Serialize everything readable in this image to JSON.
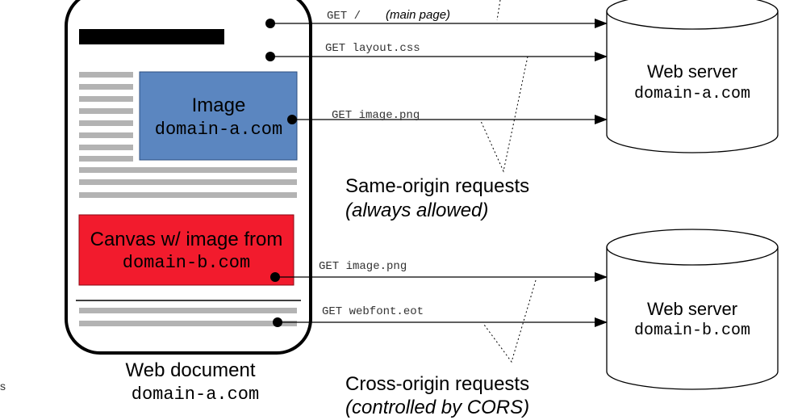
{
  "document": {
    "title": "Web document",
    "domain": "domain-a.com"
  },
  "image_box": {
    "label": "Image",
    "domain": "domain-a.com",
    "color": "#5b86c0"
  },
  "canvas_box": {
    "label": "Canvas w/ image from",
    "domain": "domain-b.com",
    "color": "#f21b2d"
  },
  "requests": {
    "get_main": "GET /",
    "get_main_note": "(main page)",
    "get_layout": "GET layout.css",
    "get_image_a": "GET image.png",
    "get_image_b": "GET image.png",
    "get_webfont": "GET webfont.eot"
  },
  "servers": {
    "a": {
      "title": "Web server",
      "domain": "domain-a.com"
    },
    "b": {
      "title": "Web server",
      "domain": "domain-b.com"
    }
  },
  "groups": {
    "same_origin": {
      "title": "Same-origin requests",
      "note": "(always allowed)"
    },
    "cross_origin": {
      "title": "Cross-origin requests",
      "note": "(controlled by CORS)"
    }
  },
  "edge_mark": "s"
}
